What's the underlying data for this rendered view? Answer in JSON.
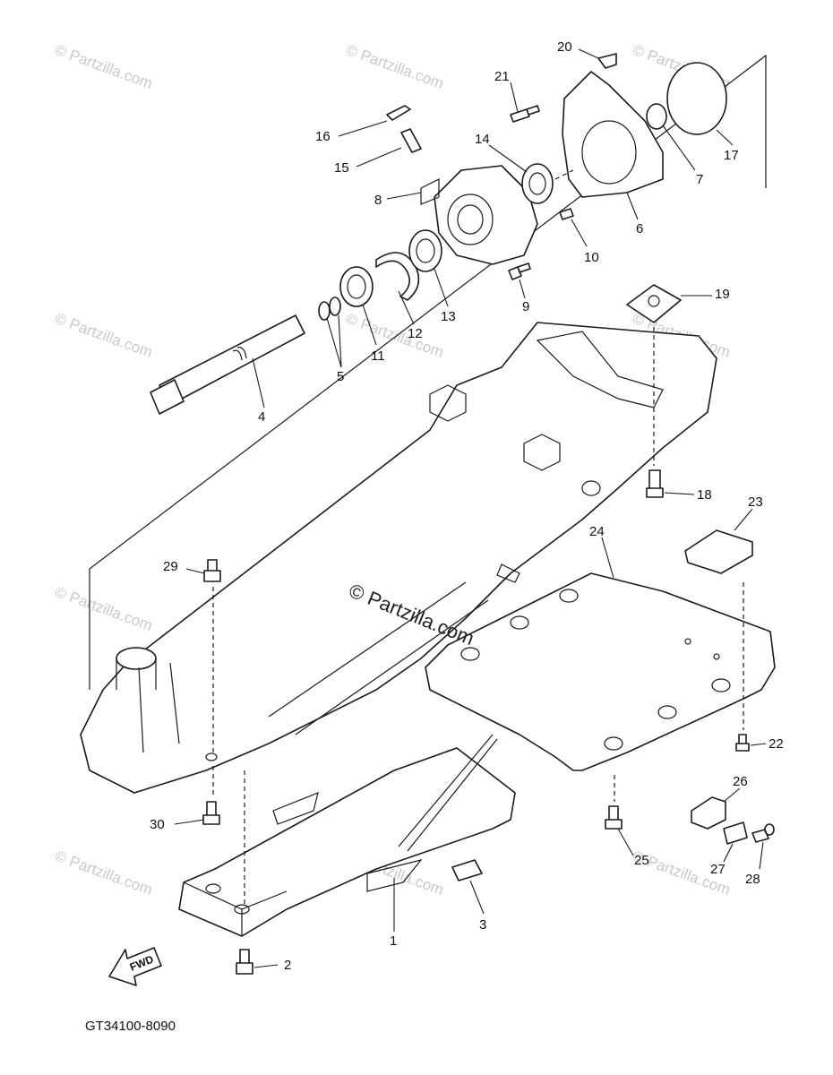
{
  "diagram": {
    "watermark": "© Partzilla.com",
    "center_watermark": "© Partzilla.com",
    "diagram_code": "GT34100-8090",
    "fwd_label": "FWD",
    "callouts": [
      "1",
      "2",
      "3",
      "4",
      "5",
      "6",
      "7",
      "8",
      "9",
      "10",
      "11",
      "12",
      "13",
      "14",
      "15",
      "16",
      "17",
      "18",
      "19",
      "20",
      "21",
      "22",
      "23",
      "24",
      "25",
      "26",
      "27",
      "28",
      "29",
      "30"
    ]
  }
}
